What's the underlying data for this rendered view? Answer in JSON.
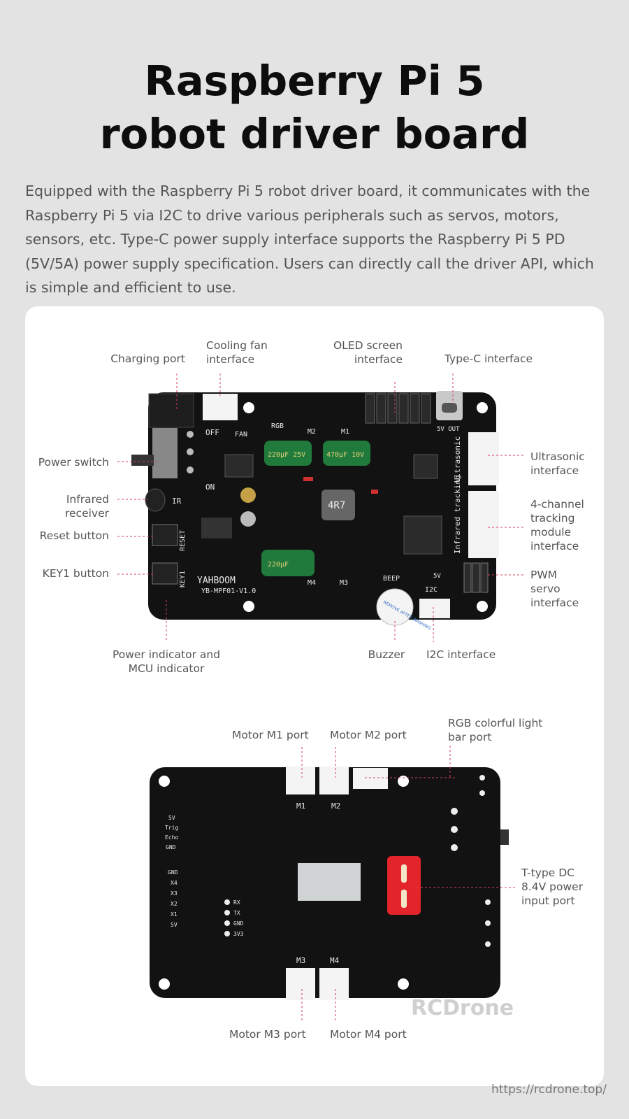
{
  "header": {
    "title_line1": "Raspberry Pi 5",
    "title_line2": "robot driver board",
    "description": "Equipped with the Raspberry Pi 5 robot driver board, it communicates with the Raspberry Pi 5 via I2C to drive various peripherals such as servos, motors, sensors, etc. Type-C power supply interface supports the Raspberry Pi 5 PD (5V/5A) power supply specification. Users can directly call the driver API, which is simple and efficient to use."
  },
  "front_labels": {
    "charging_port": "Charging port",
    "cooling_fan": "Cooling fan\ninterface",
    "oled": "OLED screen\ninterface",
    "typec": "Type-C interface",
    "power_switch": "Power switch",
    "infrared": "Infrared\nreceiver",
    "reset": "Reset button",
    "key1": "KEY1 button",
    "ultrasonic": "Ultrasonic\ninterface",
    "tracking": "4-channel\ntracking\nmodule\ninterface",
    "pwm": "PWM\nservo\ninterface",
    "power_indicator": "Power indicator and\nMCU indicator",
    "buzzer": "Buzzer",
    "i2c": "I2C interface"
  },
  "back_labels": {
    "m1": "Motor M1 port",
    "m2": "Motor M2 port",
    "rgb": "RGB colorful light\nbar port",
    "dc": "T-type DC\n8.4V power\ninput port",
    "m3": "Motor M3 port",
    "m4": "Motor M4 port"
  },
  "board_front": {
    "silk_off": "OFF",
    "silk_on": "ON",
    "silk_fan": "FAN",
    "silk_rgb": "RGB",
    "silk_m2": "M2",
    "silk_m1": "M1",
    "silk_5vout": "5V OUT",
    "silk_ultrasonic": "Ultrasonic",
    "silk_ir": "IR",
    "silk_reset": "RESET",
    "silk_key1": "KEY1",
    "silk_brand": "YAHBOOM",
    "silk_model": "YB-MPF01-V1.0",
    "silk_m4": "M4",
    "silk_m3": "M3",
    "silk_beep": "BEEP",
    "silk_i2c": "I2C",
    "silk_5v": "5V",
    "silk_tracking": "Infrared tracking",
    "cap1": "220µF 25V",
    "cap2": "470µF 10V",
    "cap3": "220µF",
    "inductor": "4R7",
    "buzzer_text": "REMOVE AFTER WASHING"
  },
  "board_back": {
    "silk_m1": "M1",
    "silk_m2": "M2",
    "silk_m3": "M3",
    "silk_m4": "M4",
    "pins_left": [
      "5V",
      "Trig",
      "Echo",
      "GND"
    ],
    "pins_left2": [
      "GND",
      "X4",
      "X3",
      "X2",
      "X1",
      "5V"
    ],
    "pins_uart": [
      "RX",
      "TX",
      "GND",
      "3V3"
    ]
  },
  "watermark": "RCDrone",
  "url": "https://rcdrone.top/",
  "colors": {
    "background": "#e3e3e3",
    "card": "#ffffff",
    "pcb": "#121212",
    "leader": "#d6405a",
    "connector": "#f4f4f4",
    "dc_jack": "#e3242b",
    "capacitor": "#1f7a3b"
  }
}
